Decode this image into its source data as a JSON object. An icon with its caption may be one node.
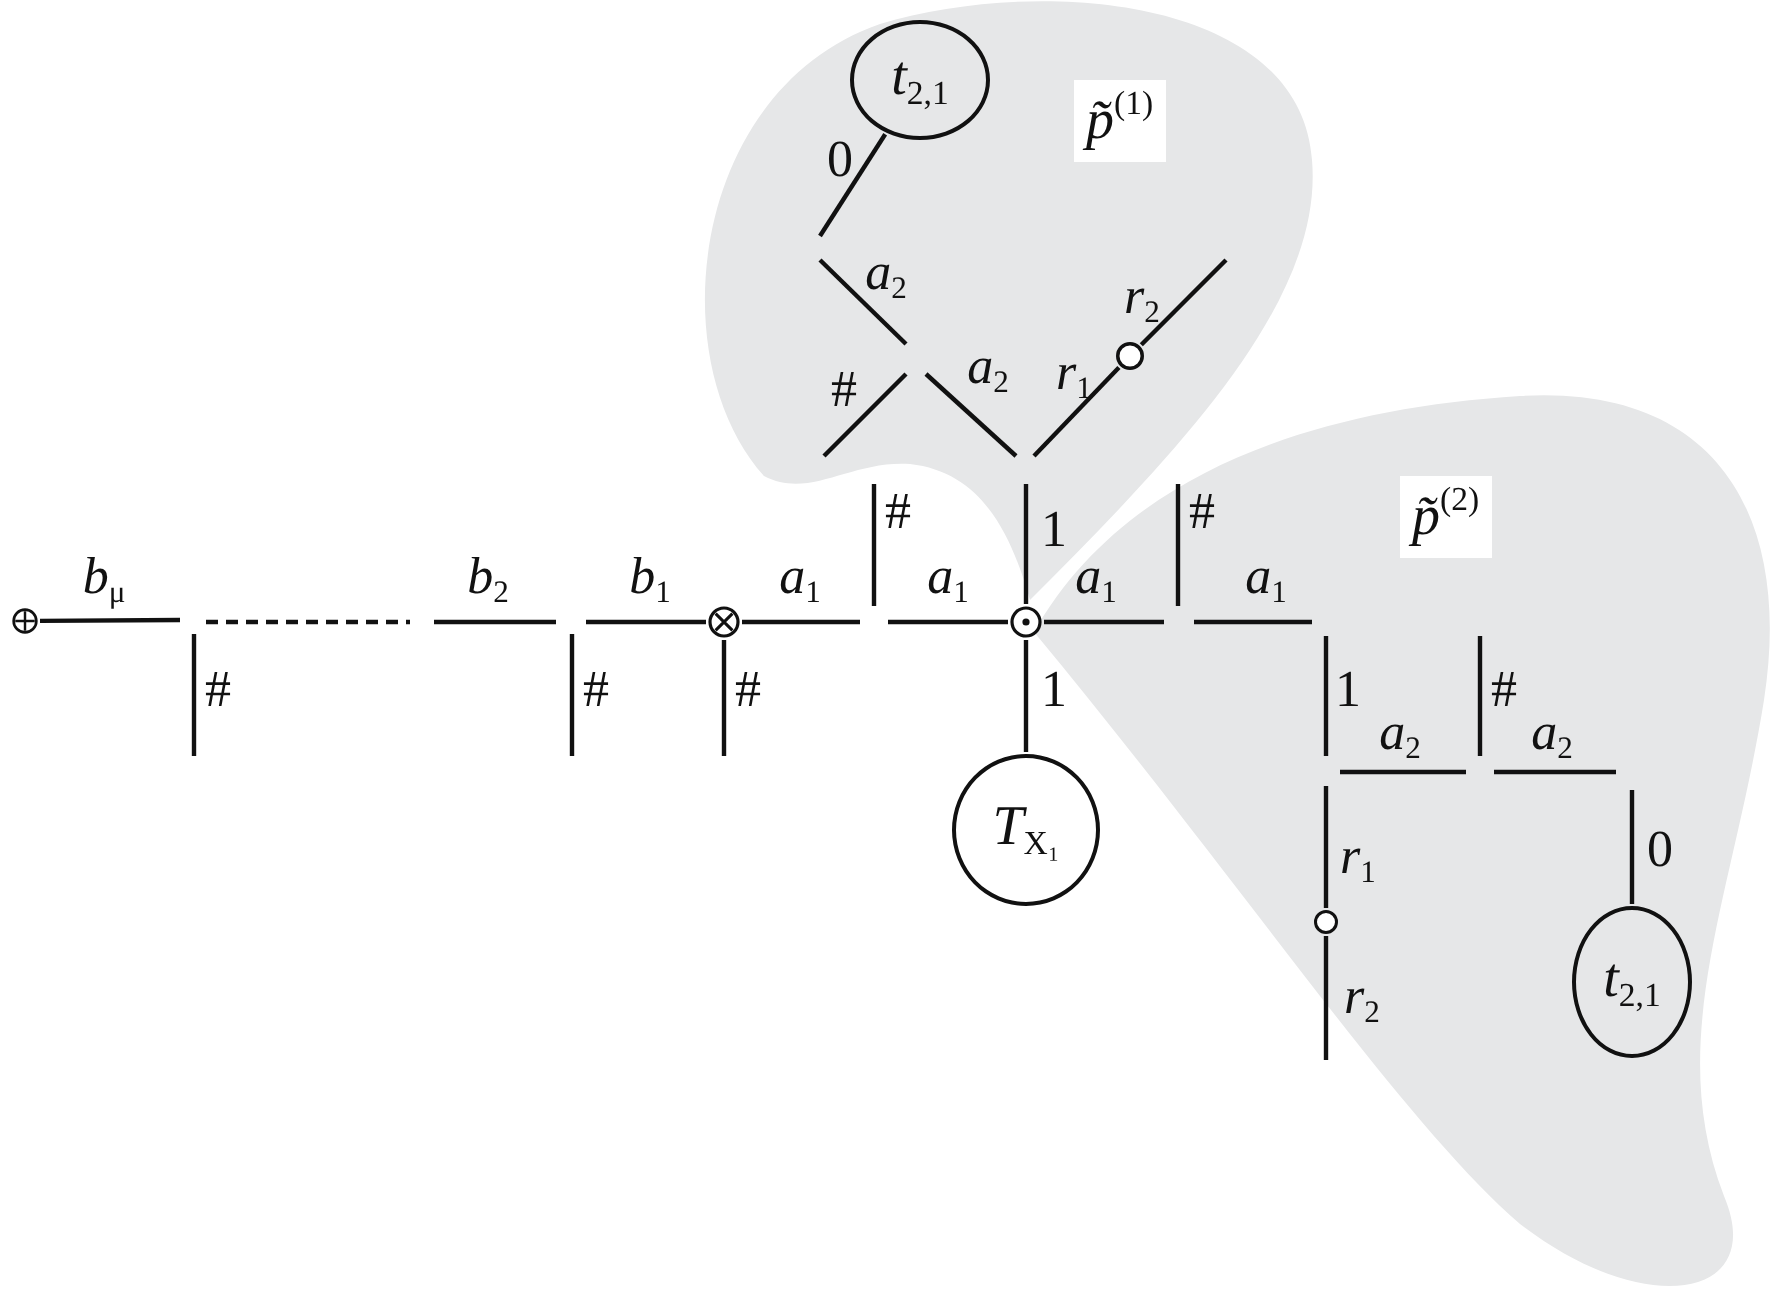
{
  "diagram": {
    "nodes": [
      {
        "text": [
          "*p̃*$^{(1)}$"
        ]
      },
      {
        "text": [
          "*p̃*$^{(2)}$"
        ]
      },
      {
        "text": [
          "*t*$_{2,1}$"
        ],
        "in": 0
      },
      {
        "text": [],
        "shape": "circle"
      },
      {
        "text": [],
        "shape": "circle"
      },
      {
        "text": [],
        "shape": "circle"
      },
      {
        "text": [
          "*T*$_{X₁}$"
        ]
      },
      {
        "text": [],
        "shape": "circle",
        "in": 0
      },
      {
        "text": [],
        "shape": "circle",
        "in": 1
      },
      {
        "text": [
          "*t*$_{2,1}$"
        ],
        "in": 1
      }
    ],
    "edges": [
      {
        "from": 3,
        "to": null,
        "arrow": "none",
        "label": "*b*$_{μ}$"
      },
      {
        "from": null,
        "to": 4,
        "arrow": "none",
        "label": "*b*$_{1}$"
      },
      {
        "from": 4,
        "to": null,
        "arrow": "none",
        "label": "#"
      },
      {
        "from": 4,
        "to": null,
        "arrow": "none",
        "label": "*a*$_{1}$"
      },
      {
        "from": null,
        "to": 5,
        "arrow": "none",
        "label": "*a*$_{1}$"
      },
      {
        "from": 5,
        "to": null,
        "arrow": "none",
        "label": "1"
      },
      {
        "from": 5,
        "to": 6,
        "arrow": "none",
        "label": "1"
      },
      {
        "from": 5,
        "to": null,
        "arrow": "none",
        "label": "*a*$_{1}$"
      },
      {
        "from": 2,
        "to": null,
        "arrow": "none",
        "label": "0"
      },
      {
        "from": null,
        "to": 7,
        "arrow": "none",
        "label": "*r*$_{1}$"
      },
      {
        "from": 7,
        "to": null,
        "arrow": "none",
        "label": "*r*$_{2}$"
      },
      {
        "from": null,
        "to": 8,
        "arrow": "none",
        "label": "*r*$_{1}$"
      },
      {
        "from": 8,
        "to": null,
        "arrow": "none",
        "label": "*r*$_{2}$"
      },
      {
        "from": null,
        "to": 9,
        "arrow": "none",
        "label": "0"
      }
    ],
    "labels": [
      "*a*$_{2}$",
      "#",
      "*a*$_{2}$",
      "#",
      "#",
      "*a*$_{1}$",
      "*b*$_{2}$",
      "#",
      "#",
      "1",
      "*a*$_{2}$",
      "#",
      "*a*$_{2}$"
    ]
  }
}
